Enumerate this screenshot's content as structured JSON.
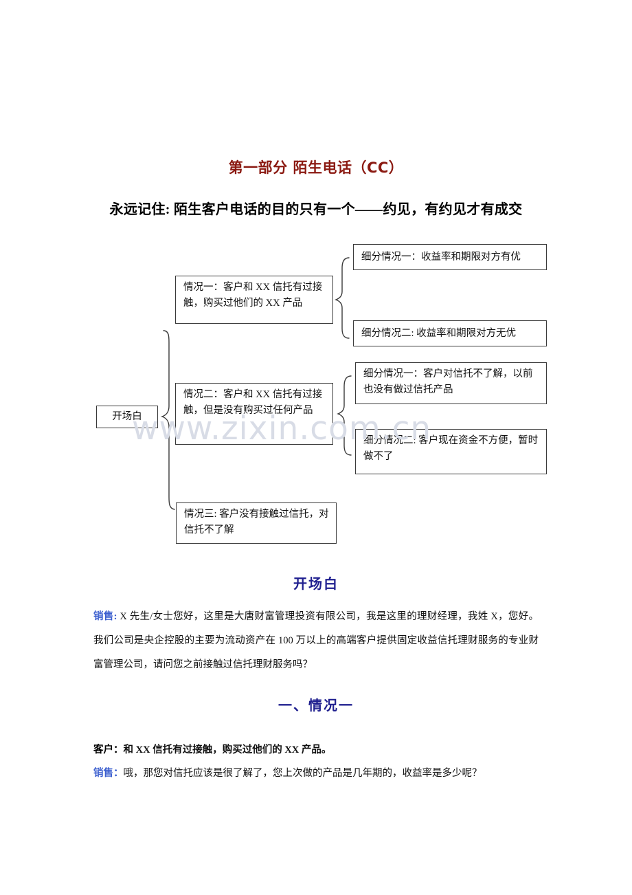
{
  "document": {
    "title": "第一部分  陌生电话（CC）",
    "subtitle": "永远记住: 陌生客户电话的目的只有一个——约见，有约见才有成交",
    "watermark": "www.zixin.com.cn"
  },
  "diagram": {
    "root": "开场白",
    "cases": [
      {
        "id": "case-1",
        "label": "情况一：客户和 XX 信托有过接触，购买过他们的 XX 产品",
        "subcases": [
          {
            "id": "sub-1-1",
            "label": "细分情况一：收益率和期限对方有优"
          },
          {
            "id": "sub-1-2",
            "label": "细分情况二: 收益率和期限对方无优"
          }
        ]
      },
      {
        "id": "case-2",
        "label": "情况二：客户和 XX 信托有过接触，但是没有购买过任何产品",
        "subcases": [
          {
            "id": "sub-2-1",
            "label": "细分情况一：客户对信托不了解，以前也没有做过信托产品"
          },
          {
            "id": "sub-2-2",
            "label": "细分情况二: 客户现在资金不方便，暂时做不了"
          }
        ]
      },
      {
        "id": "case-3",
        "label": "情况三: 客户没有接触过信托，对信托不了解",
        "subcases": []
      }
    ]
  },
  "sections": [
    {
      "id": "kaichangbai",
      "heading": "开场白",
      "lines": [
        {
          "speaker": "销售:",
          "speaker_type": "sales",
          "text": " X 先生/女士您好，这里是大唐财富管理投资有限公司，我是这里的理财经理，我姓 X，您好。我们公司是央企控股的主要为流动资产在 100 万以上的高端客户提供固定收益信托理财服务的专业财富管理公司，请问您之前接触过信托理财服务吗？"
        }
      ]
    },
    {
      "id": "case-one",
      "heading": "一、情况一",
      "lines": [
        {
          "speaker": "客户：",
          "speaker_type": "customer",
          "text": "和 XX 信托有过接触，购买过他们的 XX 产品。"
        },
        {
          "speaker": "销售：",
          "speaker_type": "sales",
          "text": "哦，那您对信托应该是很了解了，您上次做的产品是几年期的，收益率是多少呢？"
        }
      ]
    }
  ],
  "colors": {
    "title_red": "#8B1A12",
    "heading_blue": "#1F1F8F",
    "speaker_blue": "#3C5FCF",
    "box_border": "#3a3a3a",
    "watermark_gray": "#d8dce6"
  }
}
